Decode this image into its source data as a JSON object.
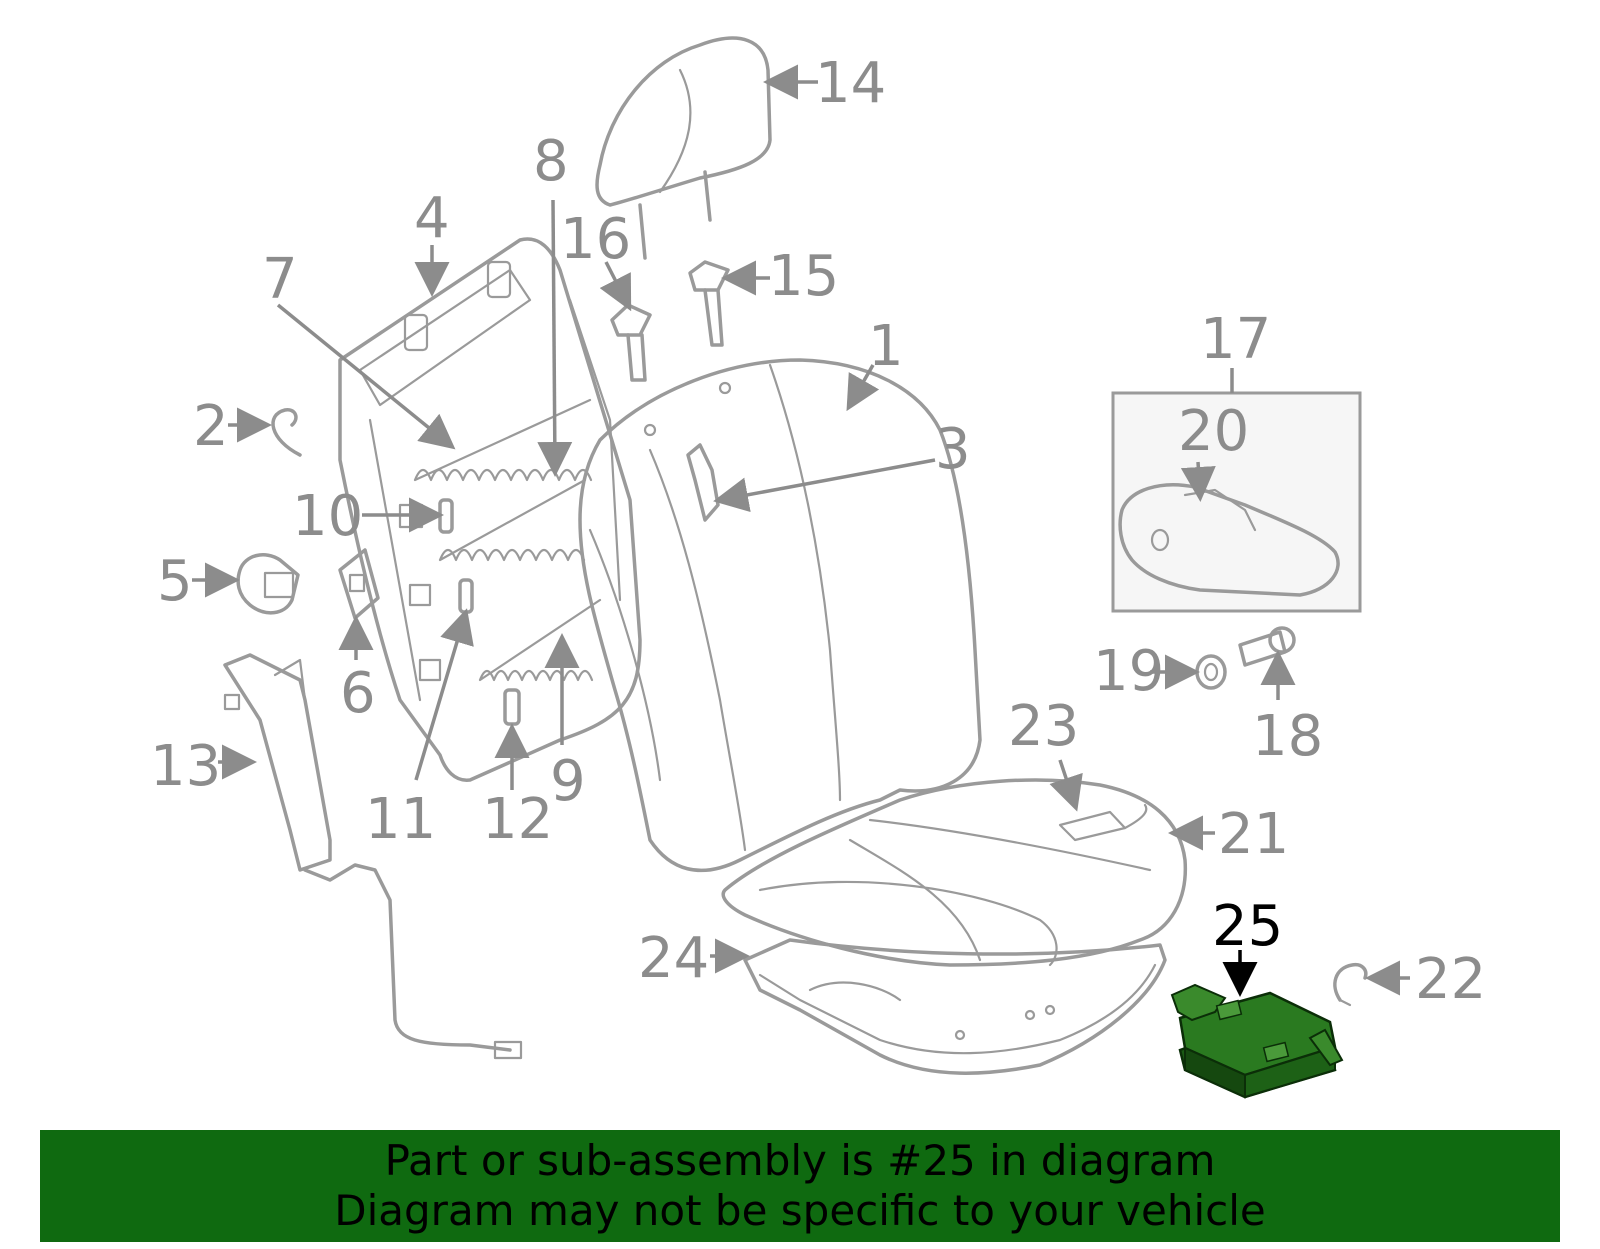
{
  "diagram": {
    "callouts": [
      {
        "id": "1",
        "label": "1"
      },
      {
        "id": "2",
        "label": "2"
      },
      {
        "id": "3",
        "label": "3"
      },
      {
        "id": "4",
        "label": "4"
      },
      {
        "id": "5",
        "label": "5"
      },
      {
        "id": "6",
        "label": "6"
      },
      {
        "id": "7",
        "label": "7"
      },
      {
        "id": "8",
        "label": "8"
      },
      {
        "id": "9",
        "label": "9"
      },
      {
        "id": "10",
        "label": "10"
      },
      {
        "id": "11",
        "label": "11"
      },
      {
        "id": "12",
        "label": "12"
      },
      {
        "id": "13",
        "label": "13"
      },
      {
        "id": "14",
        "label": "14"
      },
      {
        "id": "15",
        "label": "15"
      },
      {
        "id": "16",
        "label": "16"
      },
      {
        "id": "17",
        "label": "17"
      },
      {
        "id": "18",
        "label": "18"
      },
      {
        "id": "19",
        "label": "19"
      },
      {
        "id": "20",
        "label": "20"
      },
      {
        "id": "21",
        "label": "21"
      },
      {
        "id": "22",
        "label": "22"
      },
      {
        "id": "23",
        "label": "23"
      },
      {
        "id": "24",
        "label": "24"
      },
      {
        "id": "25",
        "label": "25"
      }
    ],
    "highlighted_part": "25",
    "colors": {
      "part_stroke": "#9a9a9a",
      "callout_text": "#8c8c8c",
      "highlight_fill": "#1f7a1a",
      "banner_bg": "#0f6a10"
    }
  },
  "banner": {
    "line1": "Part or sub-assembly is #25 in diagram",
    "line2": "Diagram may not be specific to your vehicle"
  }
}
